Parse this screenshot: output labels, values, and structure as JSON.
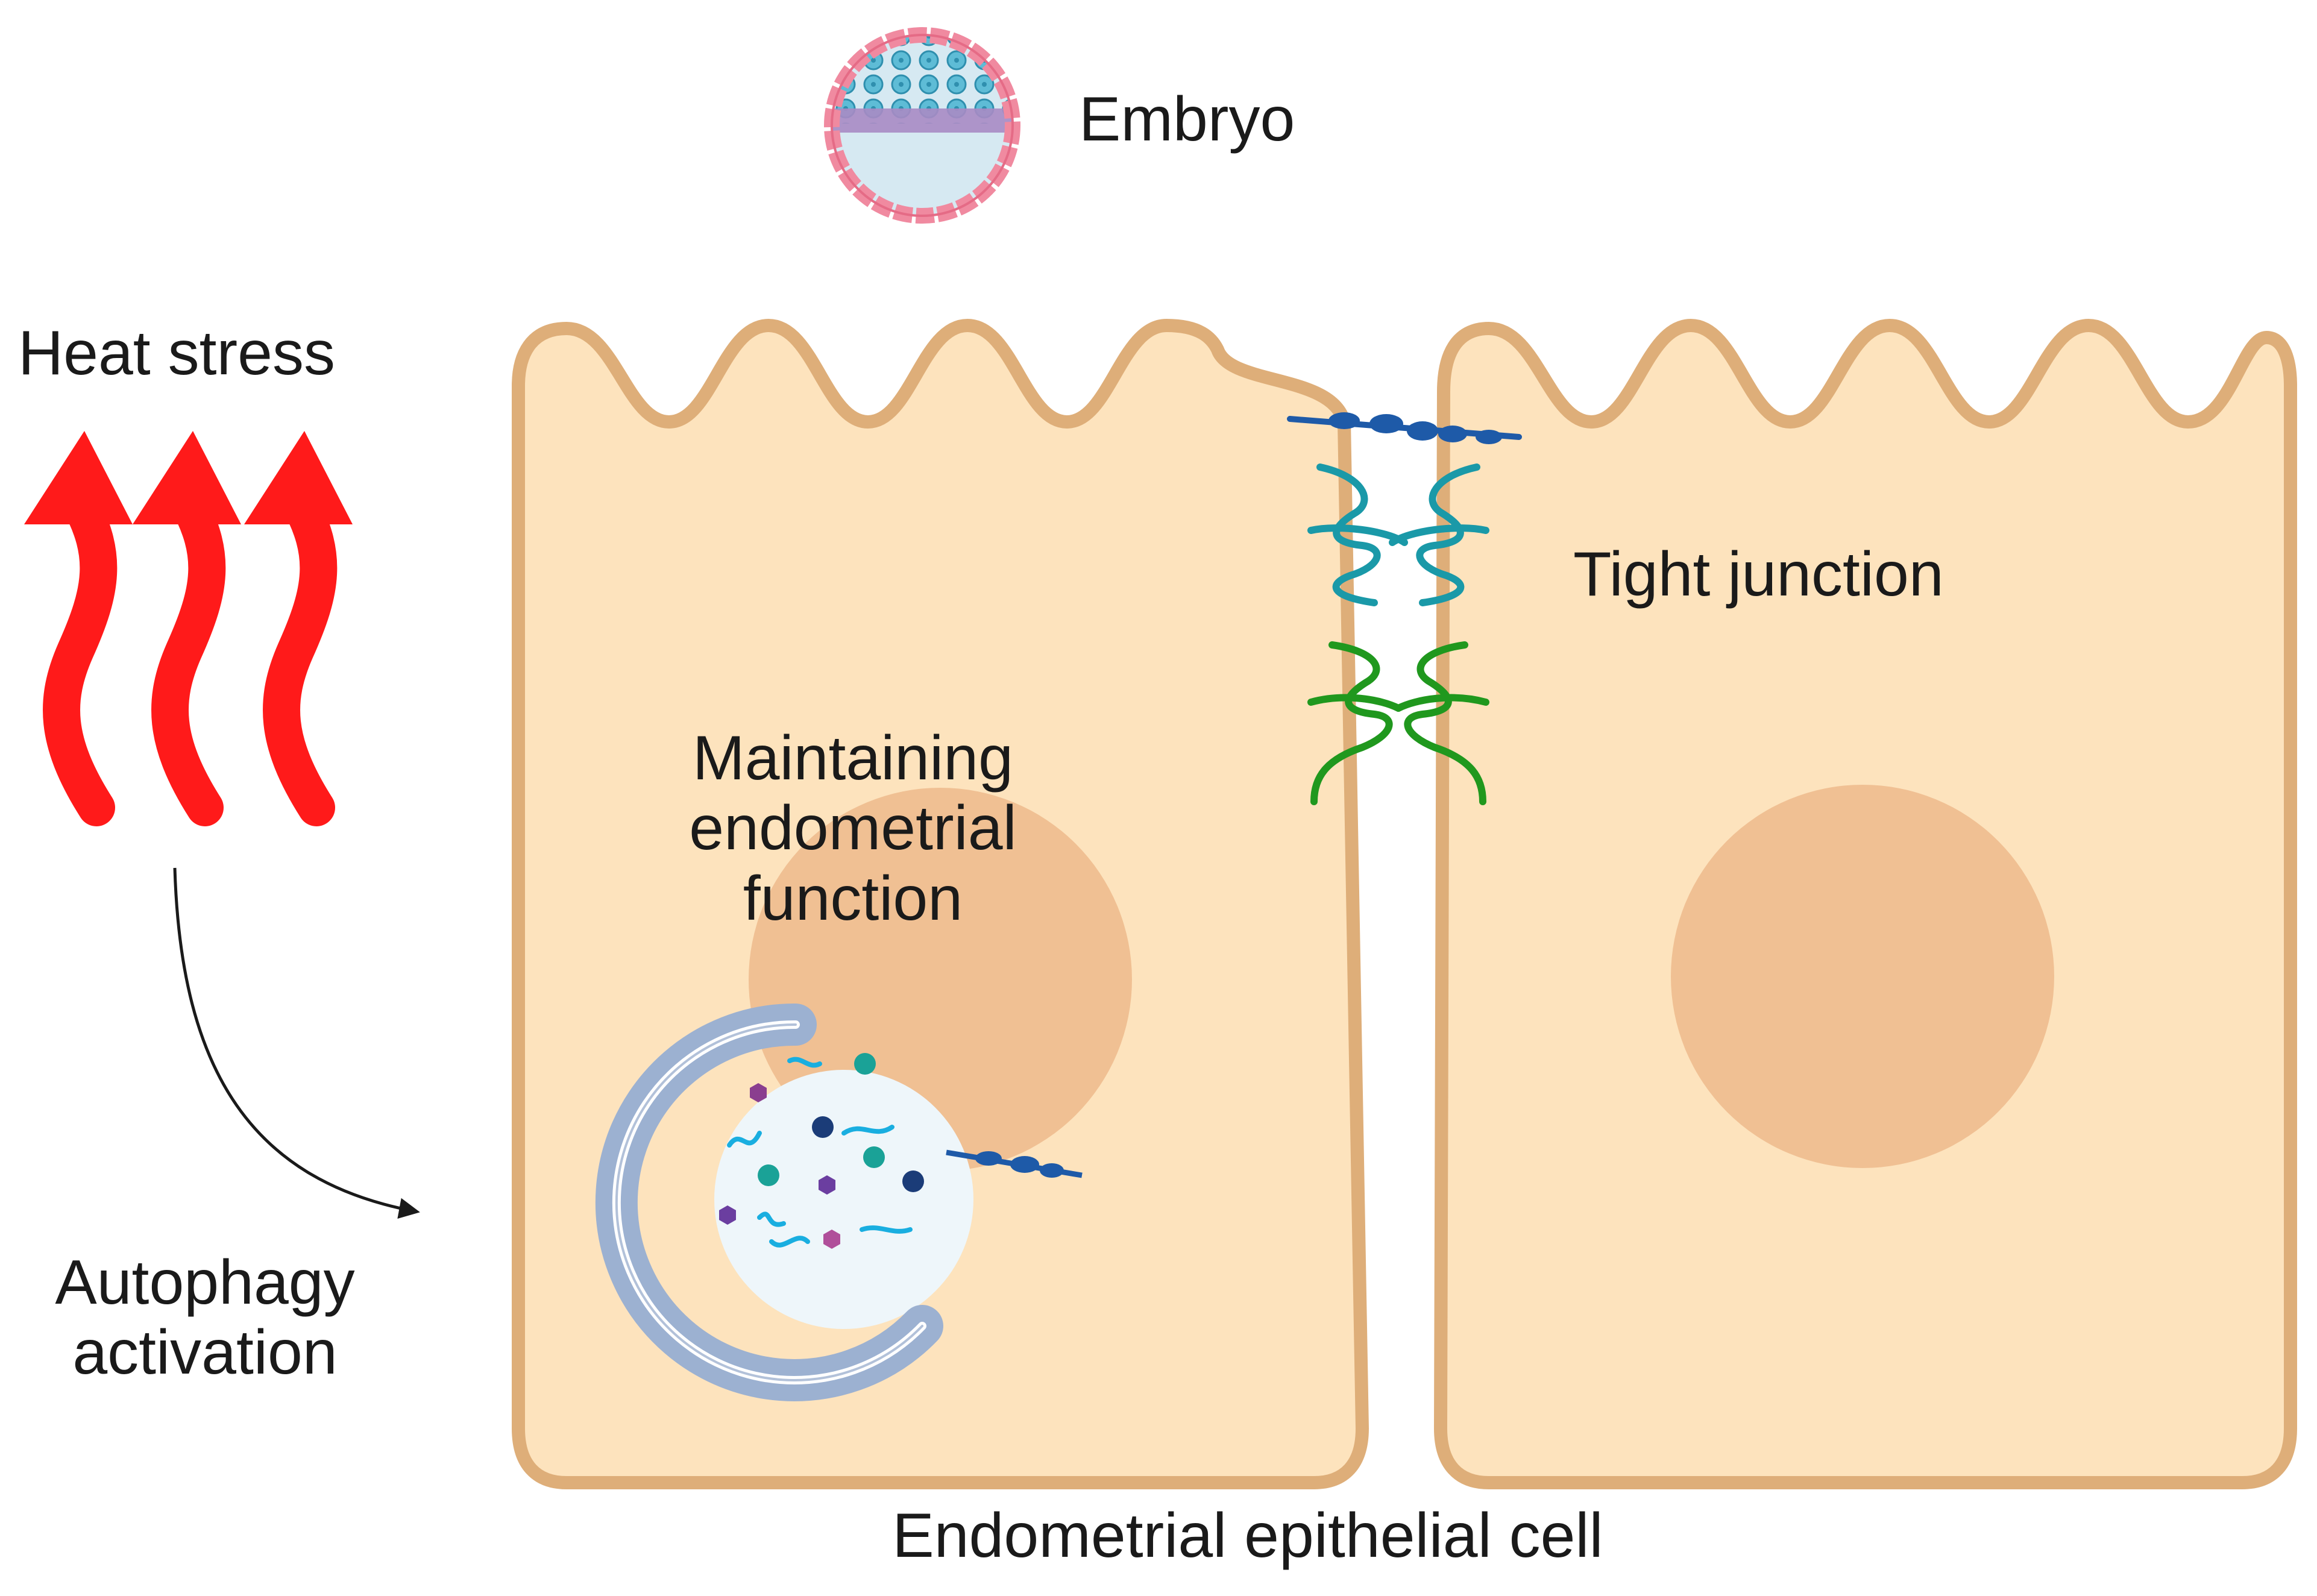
{
  "labels": {
    "embryo": "Embryo",
    "heat_stress": "Heat stress",
    "autophagy_line1": "Autophagy",
    "autophagy_line2": "activation",
    "tight_junction": "Tight junction",
    "maintaining_line1": "Maintaining",
    "maintaining_line2": "endometrial",
    "maintaining_line3": "function",
    "endometrial_cell": "Endometrial epithelial cell"
  },
  "colors": {
    "cell_fill": "#fde3bd",
    "cell_border": "#deae79",
    "nucleus": "#f0c093",
    "heat_arrow": "#ff1a1a",
    "embryo_outer": "#f08aa0",
    "embryo_inner_mass": "#4fb0cc",
    "embryo_cavity": "#d6e9f2",
    "tight_junction_blue": "#1e5aa8",
    "tight_junction_teal": "#1a99a8",
    "tight_junction_green": "#20981e",
    "autophagosome_membrane": "#9cb1d1",
    "autophagosome_lumen": "#eef6fa"
  },
  "icons": {
    "heat": "wavy-arrow-icon",
    "embryo": "blastocyst-icon",
    "autophagosome": "autophagosome-icon",
    "tight_junction": "tight-junction-icon"
  }
}
